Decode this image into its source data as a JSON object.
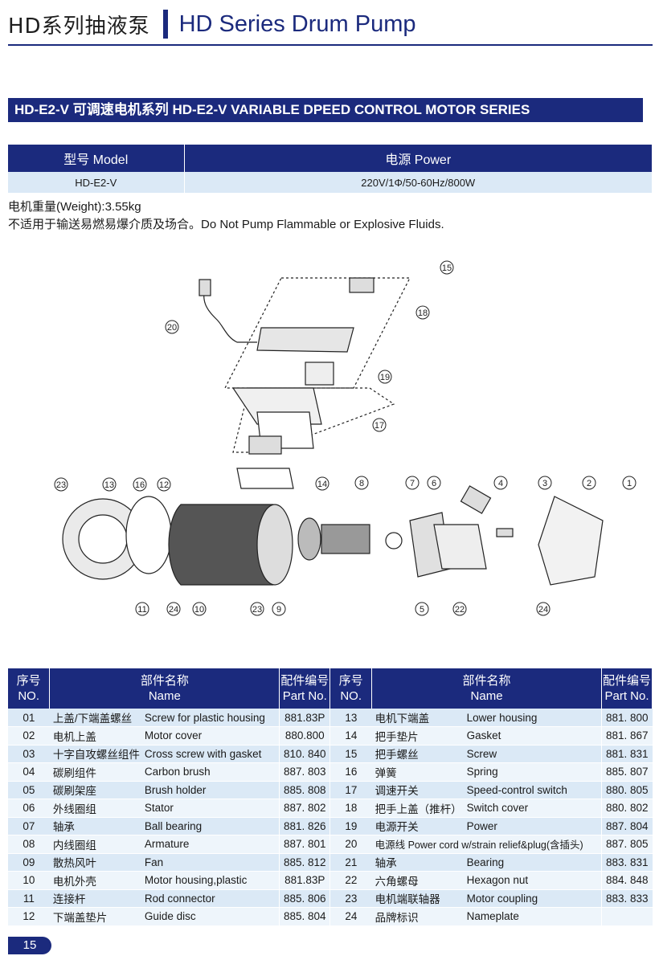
{
  "header": {
    "title_cn": "HD系列抽液泵",
    "title_en": "HD Series Drum Pump"
  },
  "section_title": "HD-E2-V 可调速电机系列 HD-E2-V VARIABLE DPEED CONTROL MOTOR SERIES",
  "spec_table": {
    "headers": [
      "型号 Model",
      "电源 Power"
    ],
    "rows": [
      [
        "HD-E2-V",
        "220V/1Φ/50-60Hz/800W"
      ]
    ]
  },
  "notes": {
    "weight": "电机重量(Weight):3.55kg",
    "warning": "不适用于输送易燃易爆介质及场合。Do Not Pump Flammable or Explosive Fluids."
  },
  "diagram": {
    "callouts": [
      "1",
      "2",
      "3",
      "4",
      "5",
      "6",
      "7",
      "8",
      "9",
      "10",
      "11",
      "12",
      "13",
      "14",
      "15",
      "16",
      "17",
      "18",
      "19",
      "20",
      "22",
      "23",
      "24"
    ]
  },
  "parts_table": {
    "headers": {
      "no_cn": "序号",
      "no_en": "NO.",
      "name_cn": "部件名称",
      "name_en": "Name",
      "part_cn": "配件编号",
      "part_en": "Part No."
    },
    "left": [
      {
        "no": "01",
        "cn": "上盖/下端盖螺丝",
        "en": "Screw for plastic housing",
        "part": "881.83P"
      },
      {
        "no": "02",
        "cn": "电机上盖",
        "en": "Motor cover",
        "part": "880.800"
      },
      {
        "no": "03",
        "cn": "十字自攻螺丝组件",
        "en": "Cross screw with gasket",
        "part": "810. 840"
      },
      {
        "no": "04",
        "cn": "碳刷组件",
        "en": "Carbon brush",
        "part": "887. 803"
      },
      {
        "no": "05",
        "cn": "碳刷架座",
        "en": "Brush holder",
        "part": "885. 808"
      },
      {
        "no": "06",
        "cn": "外线圈组",
        "en": "Stator",
        "part": "887. 802"
      },
      {
        "no": "07",
        "cn": "轴承",
        "en": "Ball bearing",
        "part": "881. 826"
      },
      {
        "no": "08",
        "cn": "内线圈组",
        "en": "Armature",
        "part": "887. 801"
      },
      {
        "no": "09",
        "cn": "散热风叶",
        "en": "Fan",
        "part": "885. 812"
      },
      {
        "no": "10",
        "cn": "电机外壳",
        "en": "Motor housing,plastic",
        "part": "881.83P"
      },
      {
        "no": "11",
        "cn": "连接杆",
        "en": "Rod connector",
        "part": "885. 806"
      },
      {
        "no": "12",
        "cn": "下端盖垫片",
        "en": "Guide disc",
        "part": "885. 804"
      }
    ],
    "right": [
      {
        "no": "13",
        "cn": "电机下端盖",
        "en": "Lower housing",
        "part": "881. 800"
      },
      {
        "no": "14",
        "cn": "把手垫片",
        "en": "Gasket",
        "part": "881. 867"
      },
      {
        "no": "15",
        "cn": "把手螺丝",
        "en": "Screw",
        "part": "881. 831"
      },
      {
        "no": "16",
        "cn": "弹簧",
        "en": "Spring",
        "part": "885. 807"
      },
      {
        "no": "17",
        "cn": "调速开关",
        "en": "Speed-control switch",
        "part": "880. 805"
      },
      {
        "no": "18",
        "cn": "把手上盖（推杆）",
        "en": "Switch cover",
        "part": "880. 802"
      },
      {
        "no": "19",
        "cn": "电源开关",
        "en": "Power",
        "part": "887. 804"
      },
      {
        "no": "20",
        "cn": "电源线 Power cord w/strain relief&plug(含插头)",
        "en": "",
        "part": "887. 805"
      },
      {
        "no": "21",
        "cn": "轴承",
        "en": "Bearing",
        "part": "883. 831"
      },
      {
        "no": "22",
        "cn": "六角螺母",
        "en": "Hexagon nut",
        "part": "884. 848"
      },
      {
        "no": "23",
        "cn": "电机端联轴器",
        "en": "Motor coupling",
        "part": "883. 833"
      },
      {
        "no": "24",
        "cn": "品牌标识",
        "en": "Nameplate",
        "part": ""
      }
    ]
  },
  "page_number": "15",
  "colors": {
    "navy": "#1b2a7d",
    "row_light": "#dbe9f6"
  }
}
